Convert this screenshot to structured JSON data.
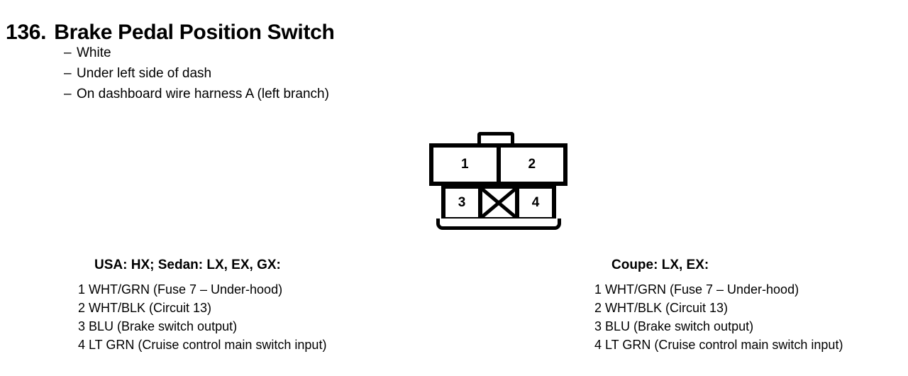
{
  "title": {
    "number": "136.",
    "name": "Brake Pedal Position Switch"
  },
  "specs": [
    {
      "dash": "–",
      "text": "White"
    },
    {
      "dash": "–",
      "text": "Under left side of dash"
    },
    {
      "dash": "–",
      "text": "On dashboard wire harness A (left branch)"
    }
  ],
  "connector": {
    "top_row": [
      {
        "label": "1",
        "blocked": false
      },
      {
        "label": "2",
        "blocked": false
      }
    ],
    "bottom_row": [
      {
        "label": "3",
        "blocked": false
      },
      {
        "label": "",
        "blocked": true
      },
      {
        "label": "4",
        "blocked": false
      }
    ]
  },
  "pin_tables": [
    {
      "heading": "USA: HX; Sedan: LX, EX, GX:",
      "pins": [
        {
          "no": "1",
          "desc": "WHT/GRN (Fuse 7 – Under-hood)"
        },
        {
          "no": "2",
          "desc": "WHT/BLK (Circuit 13)"
        },
        {
          "no": "3",
          "desc": "BLU (Brake switch output)"
        },
        {
          "no": "4",
          "desc": "LT GRN (Cruise control main switch input)"
        }
      ]
    },
    {
      "heading": "Coupe: LX, EX:",
      "pins": [
        {
          "no": "1",
          "desc": "WHT/GRN (Fuse 7 – Under-hood)"
        },
        {
          "no": "2",
          "desc": "WHT/BLK (Circuit 13)"
        },
        {
          "no": "3",
          "desc": "BLU (Brake switch output)"
        },
        {
          "no": "4",
          "desc": "LT GRN (Cruise control main switch input)"
        }
      ]
    }
  ]
}
